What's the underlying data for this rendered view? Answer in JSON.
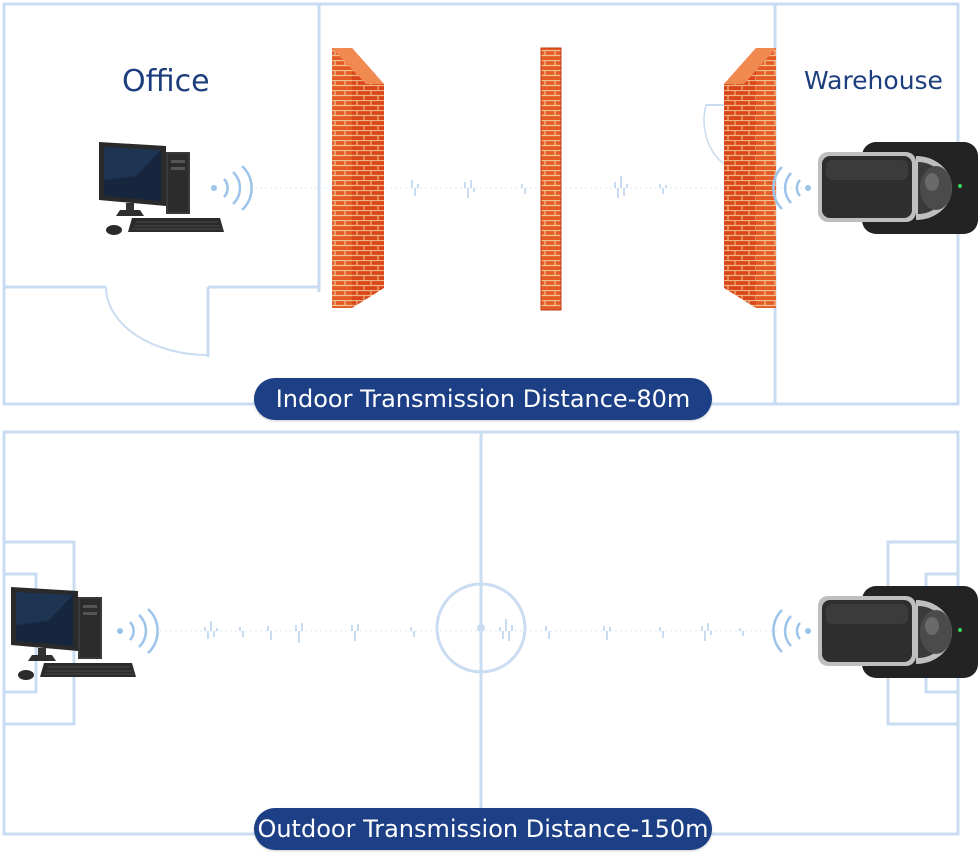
{
  "indoor": {
    "office_label": "Office",
    "warehouse_label": "Warehouse",
    "caption": "Indoor Transmission Distance-80m"
  },
  "outdoor": {
    "caption": "Outdoor Transmission Distance-150m"
  },
  "colors": {
    "plan_line": "#c9dcf1",
    "pill_bg": "#1c3f86",
    "brick": "#d9461a",
    "device_body": "#2b2b2b"
  },
  "icons": [
    "computer-icon",
    "wifi-icon",
    "brick-wall-icon",
    "signal-receiver-icon",
    "wave-pulse-icon"
  ]
}
